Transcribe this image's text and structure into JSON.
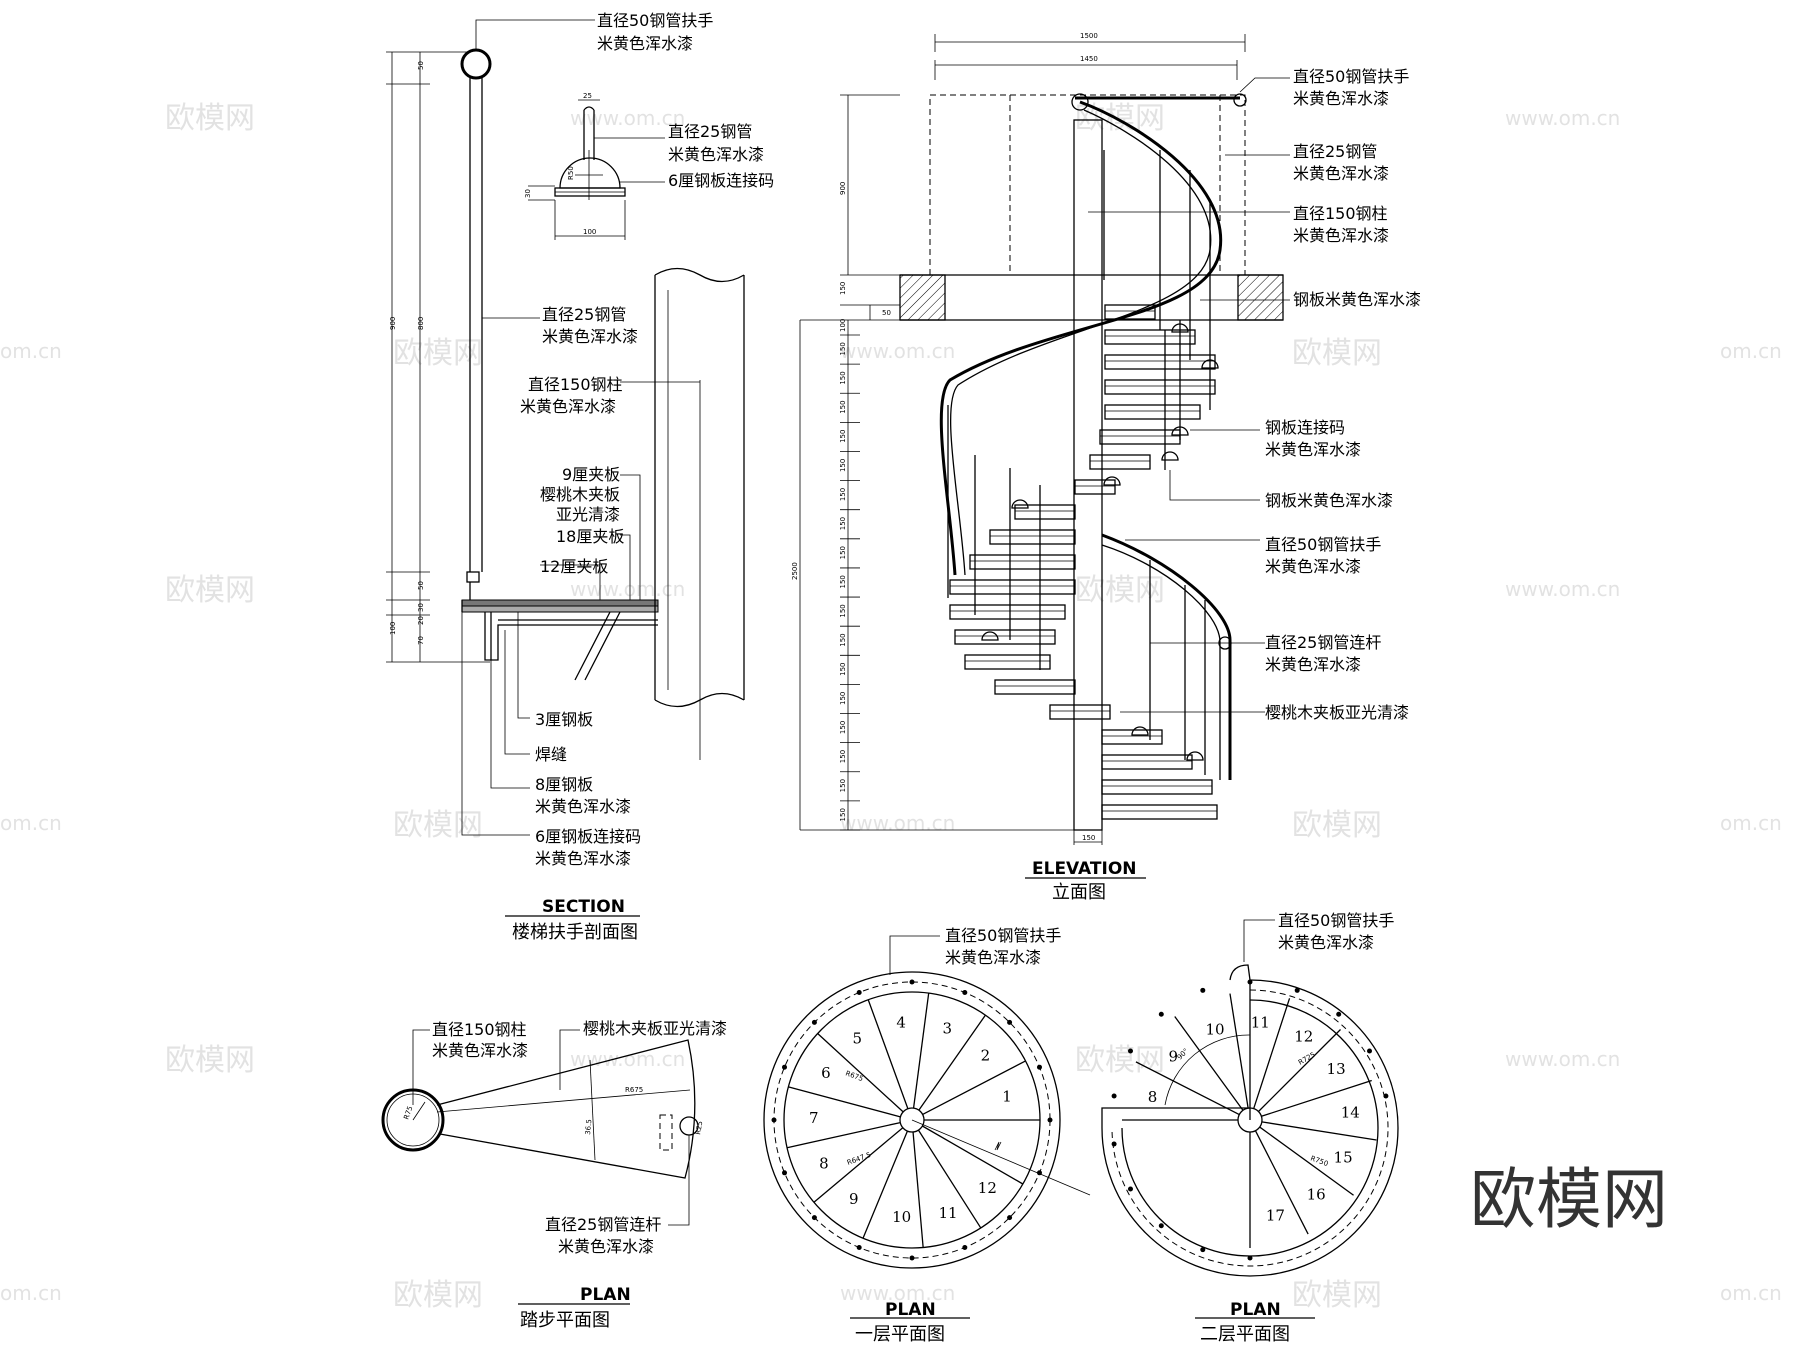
{
  "section": {
    "title_en": "SECTION",
    "title_cn": "楼梯扶手剖面图",
    "labels": [
      "直径50钢管扶手",
      "米黄色浑水漆",
      "直径25钢管",
      "米黄色浑水漆",
      "6厘钢板连接码",
      "直径25钢管",
      "米黄色浑水漆",
      "直径150钢柱",
      "米黄色浑水漆",
      "9厘夹板",
      "樱桃木夹板",
      "亚光清漆",
      "18厘夹板",
      "12厘夹板",
      "3厘钢板",
      "焊缝",
      "8厘钢板",
      "米黄色浑水漆",
      "6厘钢板连接码",
      "米黄色浑水漆"
    ],
    "dims": [
      "50",
      "800",
      "900",
      "50",
      "30",
      "20",
      "100",
      "70",
      "25",
      "R50",
      "30",
      "100"
    ]
  },
  "elevation": {
    "title_en": "ELEVATION",
    "title_cn": "立面图",
    "labels": [
      "直径50钢管扶手",
      "米黄色浑水漆",
      "直径25钢管",
      "米黄色浑水漆",
      "直径150钢柱",
      "米黄色浑水漆",
      "钢板米黄色浑水漆",
      "钢板连接码",
      "米黄色浑水漆",
      "钢板米黄色浑水漆",
      "直径50钢管扶手",
      "米黄色浑水漆",
      "直径25钢管连杆",
      "米黄色浑水漆",
      "樱桃木夹板亚光清漆"
    ],
    "dims": [
      "1500",
      "1450",
      "900",
      "150",
      "50",
      "100",
      "2500",
      "150"
    ],
    "step_dim": "150"
  },
  "tread_plan": {
    "title_en": "PLAN",
    "title_cn": "踏步平面图",
    "labels": [
      "直径150钢柱",
      "米黄色浑水漆",
      "樱桃木夹板亚光清漆",
      "直径25钢管连杆",
      "米黄色浑水漆"
    ],
    "dims": [
      "R75",
      "R675",
      "36.5",
      "R25"
    ]
  },
  "plan1": {
    "title_en": "PLAN",
    "title_cn": "一层平面图",
    "labels": [
      "直径50钢管扶手",
      "米黄色浑水漆"
    ],
    "steps": [
      "1",
      "2",
      "3",
      "4",
      "5",
      "6",
      "7",
      "8",
      "9",
      "10",
      "11",
      "12"
    ],
    "dims": [
      "R675",
      "R647.5"
    ]
  },
  "plan2": {
    "title_en": "PLAN",
    "title_cn": "二层平面图",
    "labels": [
      "直径50钢管扶手",
      "米黄色浑水漆"
    ],
    "steps": [
      "8",
      "9",
      "10",
      "11",
      "12",
      "13",
      "14",
      "15",
      "16",
      "17"
    ],
    "dims": [
      "90°",
      "R725",
      "R750"
    ]
  },
  "watermark": {
    "cn": "欧模网",
    "url": "www.om.cn",
    "url_edge": "om.cn",
    "logo": "欧模网"
  }
}
